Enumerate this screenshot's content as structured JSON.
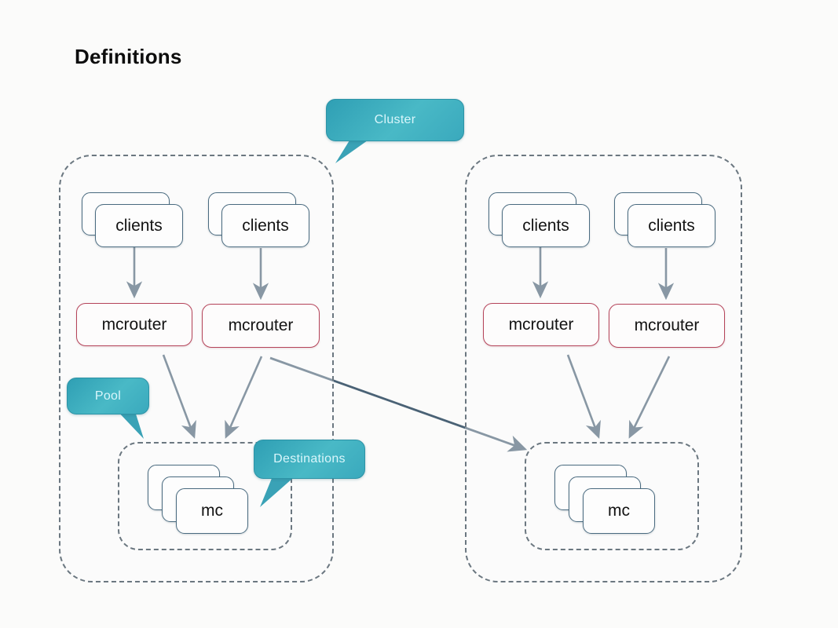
{
  "page": {
    "title": "Definitions",
    "background": "#fbfbfa"
  },
  "colors": {
    "callout_fill": "#3aa9bd",
    "callout_text": "#d9f6fb",
    "cluster_border": "#6b7780",
    "client_border": "#4a6b80",
    "mcrouter_border": "#b5445a",
    "arrow": "#4a6275",
    "title_text": "#0d0d0d"
  },
  "callouts": [
    {
      "id": "cluster",
      "label": "Cluster"
    },
    {
      "id": "pool",
      "label": "Pool"
    },
    {
      "id": "destinations",
      "label": "Destinations"
    }
  ],
  "clusters": [
    {
      "id": "cluster-left",
      "clients": [
        {
          "label": "clients"
        },
        {
          "label": "clients"
        }
      ],
      "mcrouters": [
        {
          "label": "mcrouter"
        },
        {
          "label": "mcrouter"
        }
      ],
      "pool": {
        "destinations": [
          {
            "label": "mc"
          }
        ]
      }
    },
    {
      "id": "cluster-right",
      "clients": [
        {
          "label": "clients"
        },
        {
          "label": "clients"
        }
      ],
      "mcrouters": [
        {
          "label": "mcrouter"
        },
        {
          "label": "mcrouter"
        }
      ],
      "pool": {
        "destinations": [
          {
            "label": "mc"
          }
        ]
      }
    }
  ],
  "arrows": [
    {
      "from": "clients-l1",
      "to": "mcrouter-l1"
    },
    {
      "from": "clients-l2",
      "to": "mcrouter-l2"
    },
    {
      "from": "mcrouter-l1",
      "to": "pool-left"
    },
    {
      "from": "mcrouter-l2",
      "to": "pool-left"
    },
    {
      "from": "mcrouter-l2",
      "to": "pool-right"
    },
    {
      "from": "clients-r1",
      "to": "mcrouter-r1"
    },
    {
      "from": "clients-r2",
      "to": "mcrouter-r2"
    },
    {
      "from": "mcrouter-r1",
      "to": "pool-right"
    },
    {
      "from": "mcrouter-r2",
      "to": "pool-right"
    }
  ]
}
